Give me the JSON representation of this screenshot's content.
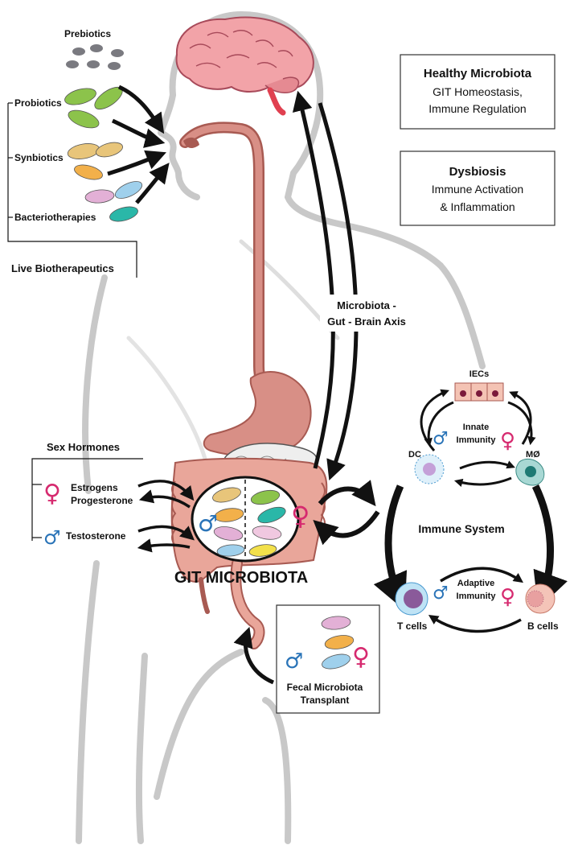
{
  "colors": {
    "body_outline": "#c8c8c8",
    "gut": "#d88f86",
    "gut_dark": "#a85a52",
    "brain": "#f2a3a8",
    "male": "#2a74b8",
    "female": "#d62a6f",
    "arrow": "#111111"
  },
  "boxes": {
    "healthy": {
      "title": "Healthy Microbiota",
      "line1": "GIT Homeostasis,",
      "line2": "Immune Regulation"
    },
    "dysbiosis": {
      "title": "Dysbiosis",
      "line1": "Immune Activation",
      "line2": "& Inflammation"
    }
  },
  "inputs": {
    "prebiotics": "Prebiotics",
    "probiotics": "Probiotics",
    "synbiotics": "Synbiotics",
    "bacteriotherapies": "Bacteriotherapies",
    "live_biotherapeutics": "Live Biotherapeutics"
  },
  "axis": {
    "line1": "Microbiota -",
    "line2": "Gut - Brain Axis"
  },
  "hormones": {
    "title": "Sex Hormones",
    "estrogens": "Estrogens",
    "progesterone": "Progesterone",
    "testosterone": "Testosterone"
  },
  "git_microbiota": "GIT MICROBIOTA",
  "immune": {
    "title": "Immune System",
    "iecs": "IECs",
    "innate_1": "Innate",
    "innate_2": "Immunity",
    "dc": "DC",
    "mo": "MØ",
    "adaptive_1": "Adaptive",
    "adaptive_2": "Immunity",
    "t_cells": "T cells",
    "b_cells": "B cells"
  },
  "fmt": {
    "line1": "Fecal Microbiota",
    "line2": "Transplant"
  },
  "symbols": {
    "male": "♂",
    "female": "♀"
  }
}
